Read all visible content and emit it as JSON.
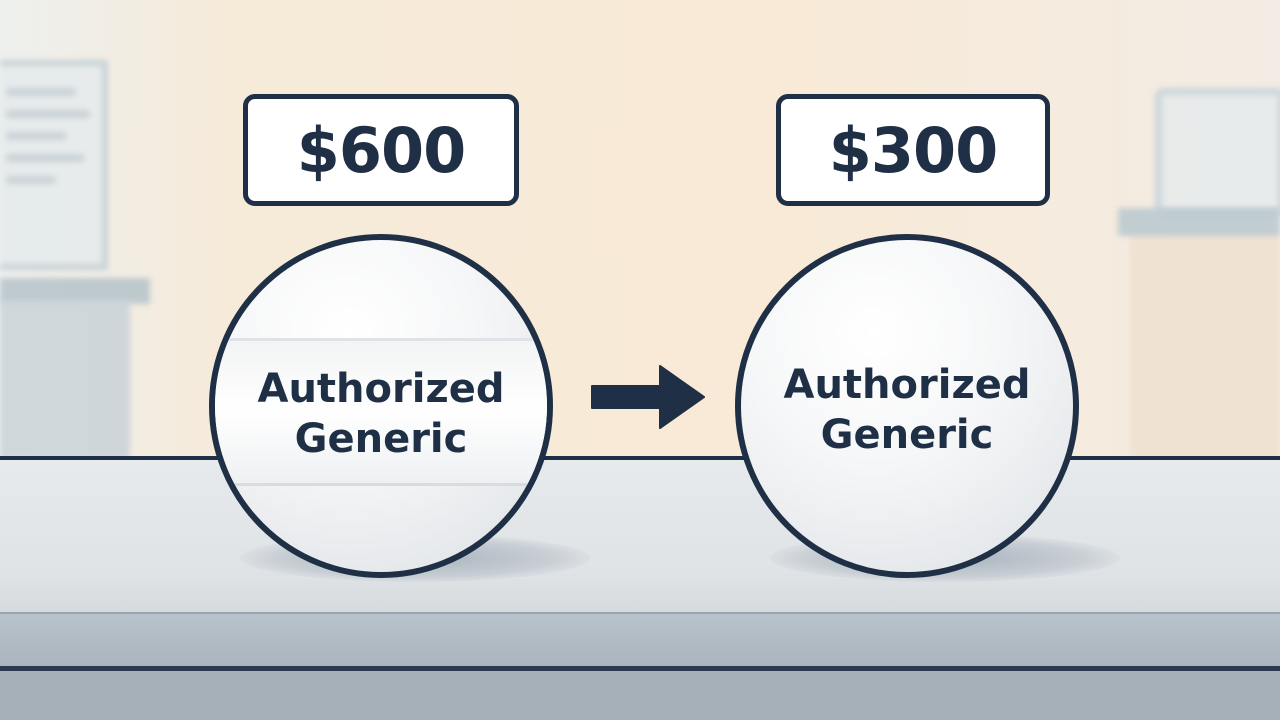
{
  "before": {
    "price": "$600",
    "label_line1": "Authorized",
    "label_line2": "Generic"
  },
  "after": {
    "price": "$300",
    "label_line1": "Authorized",
    "label_line2": "Generic"
  },
  "icons": {
    "transition": "right-arrow-icon"
  },
  "colors": {
    "outline": "#1f2f45",
    "background": "#f6ead9",
    "counter": "#e2e6e9"
  }
}
